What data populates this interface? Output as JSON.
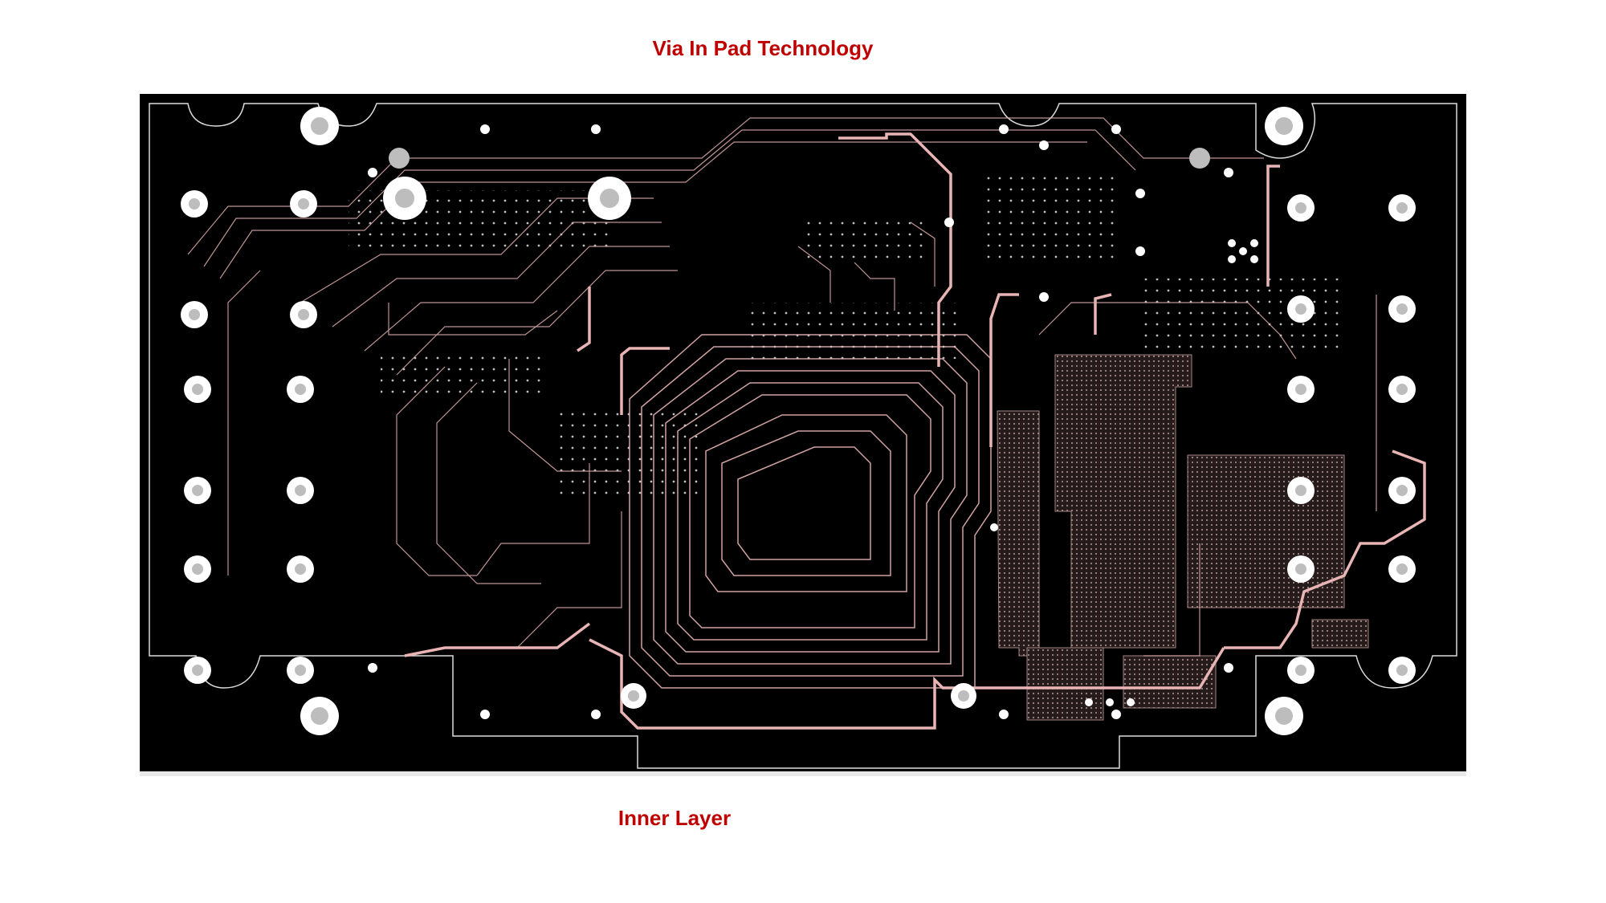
{
  "texts": {
    "title": "Via In Pad Technology",
    "caption": "Inner Layer"
  },
  "colors": {
    "title": "#c00000",
    "board_background": "#000000",
    "trace": "#e8b4b4",
    "outline": "#dcdcdc",
    "via": "#ffffff",
    "pad_center": "#bdbdbd",
    "fill_pattern": "#b79494"
  },
  "icons": {
    "board": "pcb-layout-image"
  }
}
